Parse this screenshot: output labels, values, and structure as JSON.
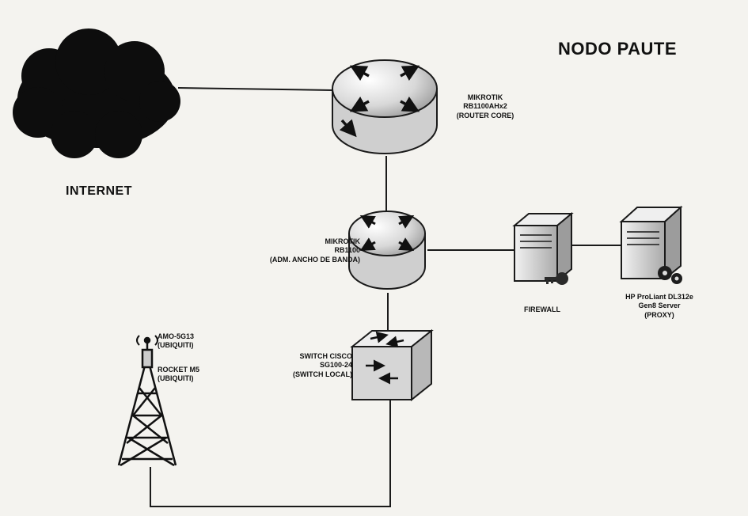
{
  "title": "NODO PAUTE",
  "internet": {
    "label": "INTERNET"
  },
  "router_core": {
    "line1": "MIKROTIK",
    "line2": "RB1100AHx2",
    "line3": "(ROUTER CORE)"
  },
  "router_bw": {
    "line1": "MIKROTIK",
    "line2": "RB1100",
    "line3": "(ADM. ANCHO DE BANDA)"
  },
  "switch": {
    "line1": "SWITCH CISCO",
    "line2": "SG100-24",
    "line3": "(SWITCH LOCAL)"
  },
  "firewall": {
    "label": "FIREWALL"
  },
  "proxy_server": {
    "line1": "HP ProLiant DL312e",
    "line2": "Gen8 Server",
    "line3": "(PROXY)"
  },
  "antenna": {
    "amo_line1": "AMO-5G13",
    "amo_line2": "(UBIQUITI)",
    "rocket_line1": "ROCKET M5",
    "rocket_line2": "(UBIQUITI)"
  },
  "colors": {
    "ink": "#111111",
    "device_fill": "#e6e6e6",
    "device_stroke": "#1a1a1a"
  }
}
